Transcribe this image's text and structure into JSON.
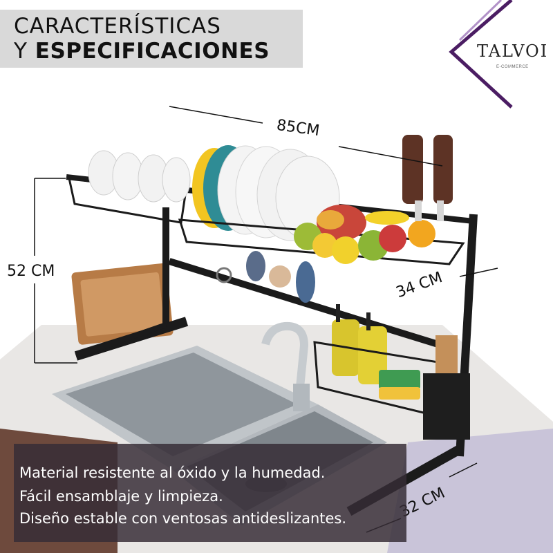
{
  "header": {
    "title_line1": "CARACTERÍSTICAS",
    "title_line2_prefix": "Y ",
    "title_line2_bold": "ESPECIFICACIONES"
  },
  "logo": {
    "name": "TALVOI",
    "subtitle": "E-COMMERCE",
    "accent_color": "#4b1d63"
  },
  "dimensions": {
    "width": "85CM",
    "height": "52 CM",
    "depth": "34 CM",
    "base": "32 CM"
  },
  "features": [
    "Material resistente al óxido y la humedad.",
    "Fácil ensamblaje y limpieza.",
    "Diseño estable con ventosas antideslizantes."
  ],
  "colors": {
    "title_bg": "#d9d9d9",
    "features_bg": "#362c36",
    "rack": "#1b1b1b",
    "steel": "#b9bfc4"
  }
}
